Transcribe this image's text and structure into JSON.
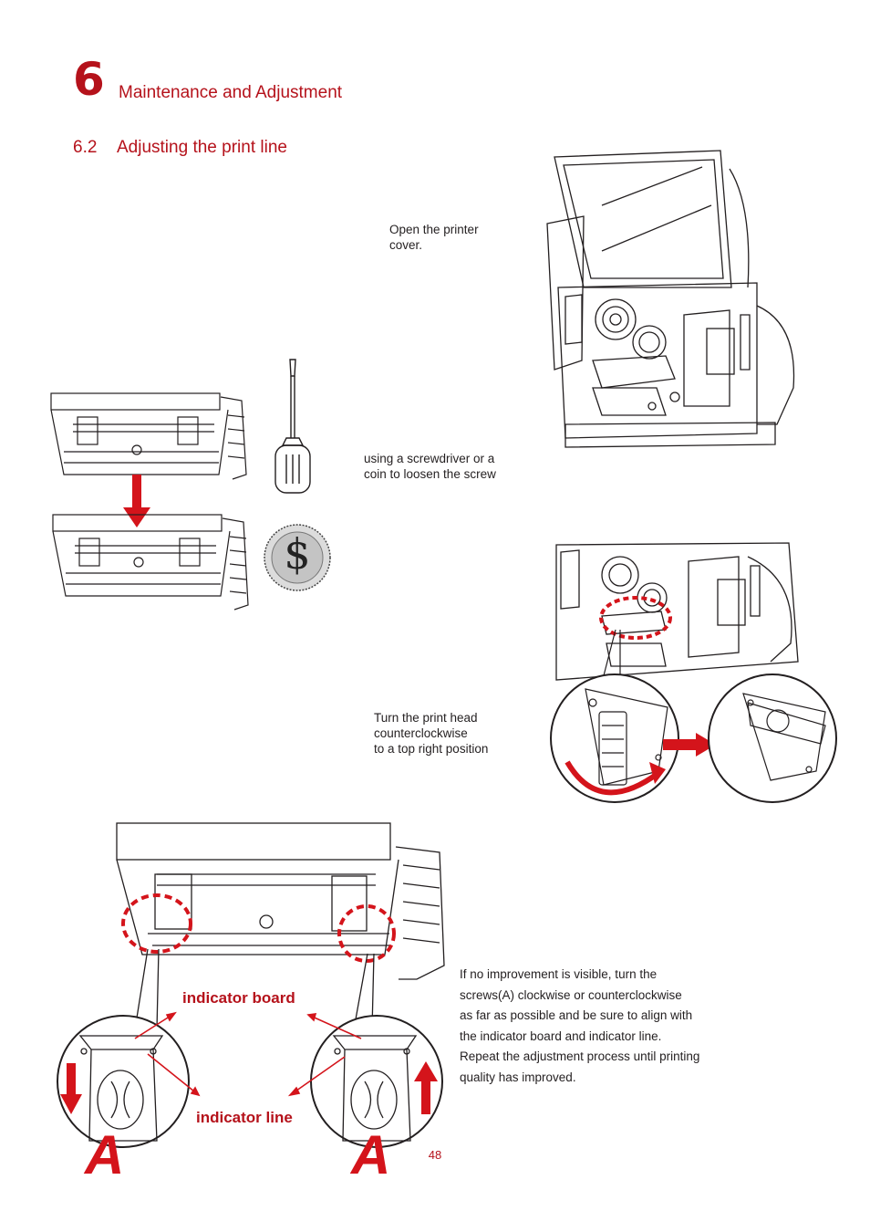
{
  "header": {
    "chapter_number": "6",
    "chapter_title": "Maintenance and Adjustment",
    "section_number": "6.2",
    "section_title": "Adjusting the print line"
  },
  "steps": {
    "open_cover": [
      "Open the printer",
      "cover."
    ],
    "loosen_screw": [
      "using a screwdriver or a",
      "coin to loosen the screw"
    ],
    "turn_head": [
      "Turn the print head",
      "counterclockwise",
      "to a top right position"
    ],
    "adjust": [
      "If no improvement is visible, turn the",
      "screws(A) clockwise or counterclockwise",
      "as far as possible and be sure to align with",
      "the indicator board and indicator line.",
      "Repeat the adjustment process until printing",
      "quality has improved."
    ]
  },
  "labels": {
    "indicator_board": "indicator board",
    "indicator_line": "indicator line",
    "screw_a_left": "A",
    "screw_a_right": "A",
    "coin_symbol": "$"
  },
  "footer": {
    "page_number": "48"
  },
  "colors": {
    "accent": "#b5121b",
    "arrow": "#d4141b",
    "line": "#231f20"
  }
}
